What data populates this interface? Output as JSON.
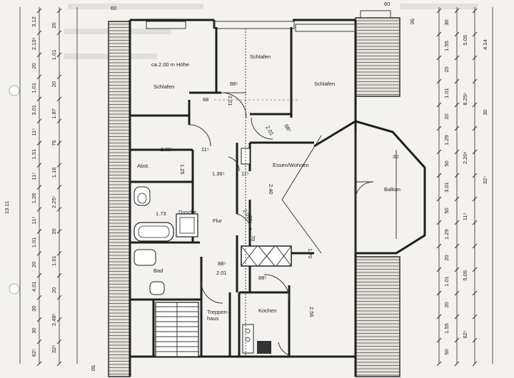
{
  "rooms": {
    "schlafen_left": "Schlafen",
    "hoehe": "ca.2.00 m Höhe",
    "schlafen_top": "Schlafen",
    "schlafen_right": "Schlafen",
    "essen": "Essen/Wohnen",
    "balkon": "Balkon",
    "flur": "Flur",
    "dusche": "Dusche",
    "abst": "Abst.",
    "bad": "Bad",
    "treppenhaus": "Treppen-\nhaus",
    "kochen": "Kochen"
  },
  "inner_dims": {
    "d_286": "2.86⁵",
    "d_136": "1.36⁵",
    "d_240": "2.40",
    "d_256": "2.56",
    "d_201a": "2.01",
    "d_201b": "2.01",
    "d_201c": "2.01",
    "d_201d": "2.01",
    "d_88a": "88⁵",
    "d_88b": "88⁵",
    "d_88c": "88⁵",
    "d_88d": "88⁵",
    "d_88e": "88⁵",
    "d_70": "70",
    "d_170": "1.70",
    "d_30": "30",
    "d_11a": "11⁵",
    "d_11b": "11⁵",
    "d_125": "1.25",
    "d_173": "1.73",
    "d_68": "68"
  },
  "top_dims": {
    "d_50": "50",
    "d_60a": "60",
    "d_60b": "60"
  },
  "left_outer": [
    "62⁵",
    "30",
    "30",
    "4.01",
    "20",
    "1.01",
    "11⁵",
    "1.26",
    "11⁵",
    "1.51",
    "11⁵",
    "3.01",
    "1.01",
    "20",
    "2.13⁶",
    "3.12"
  ],
  "left_total": "13.11",
  "left_inner": [
    "32⁵",
    "2.48⁵",
    "20",
    "1.01",
    "20",
    "2.25⁵",
    "1.16",
    "76",
    "1.87",
    "20",
    "1.01",
    "20"
  ],
  "right_col1": [
    "50",
    "1.55",
    "20",
    "1.01",
    "20",
    "1.29",
    "50",
    "3.01",
    "50",
    "1.29",
    "20",
    "1.01",
    "20",
    "1.55",
    "30"
  ],
  "right_col2": [
    "62⁵",
    "5.05",
    "11⁵",
    "2.20⁶",
    "8.25⁶",
    "5.05"
  ],
  "right_col3": [
    "32⁵",
    "30",
    "4.14"
  ],
  "bottom_dims": {
    "d_50c": "50"
  }
}
